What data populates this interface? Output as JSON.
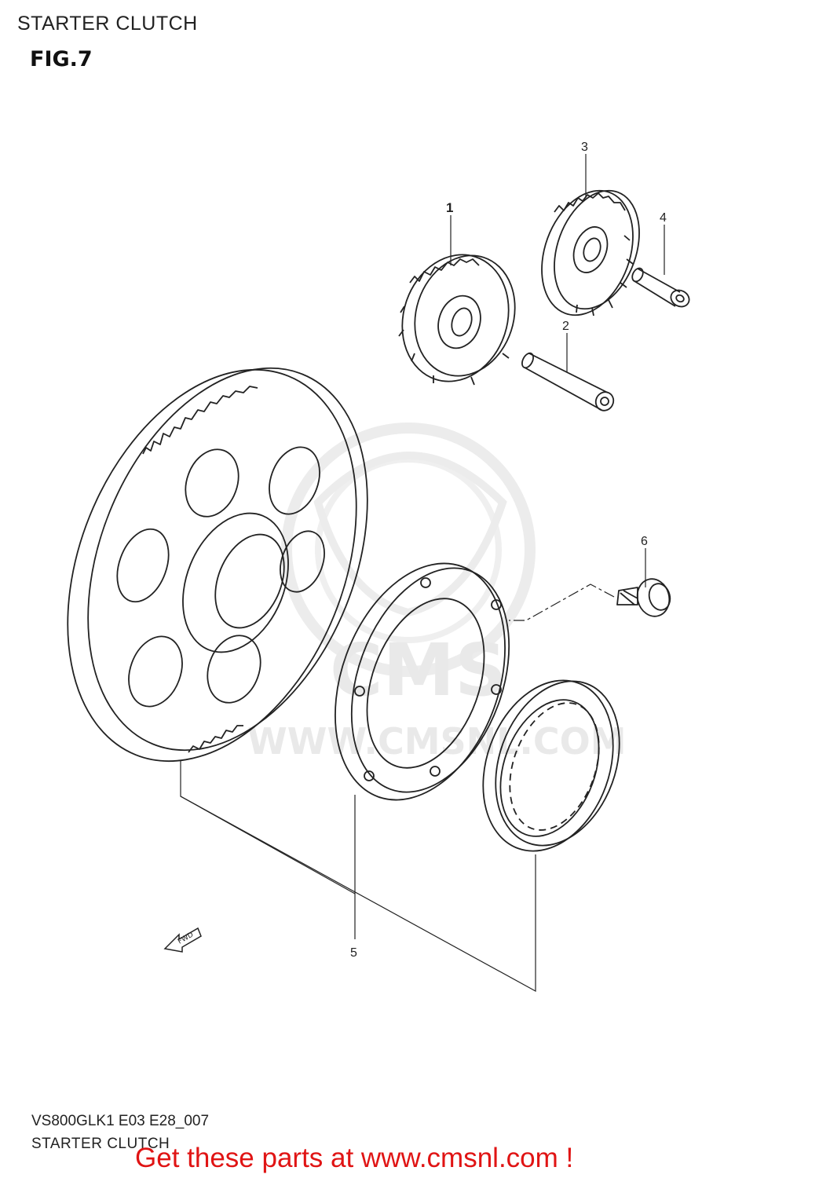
{
  "header": {
    "title": "STARTER CLUTCH",
    "fig_label": "FIG.7"
  },
  "callouts": [
    {
      "id": "1",
      "label": "1"
    },
    {
      "id": "2",
      "label": "2"
    },
    {
      "id": "3",
      "label": "3"
    },
    {
      "id": "4",
      "label": "4"
    },
    {
      "id": "5",
      "label": "5"
    },
    {
      "id": "6",
      "label": "6"
    }
  ],
  "fwd_label": "FWD",
  "watermark": {
    "text_top": "CMS",
    "text_url": "WWW.CMSNL.COM"
  },
  "footer": {
    "code": "VS800GLK1 E03 E28_007",
    "title": "STARTER CLUTCH",
    "promo": "Get these parts at www.cmsnl.com !"
  },
  "colors": {
    "line": "#222222",
    "promo": "#e01414",
    "watermark": "#e9e9e9"
  }
}
